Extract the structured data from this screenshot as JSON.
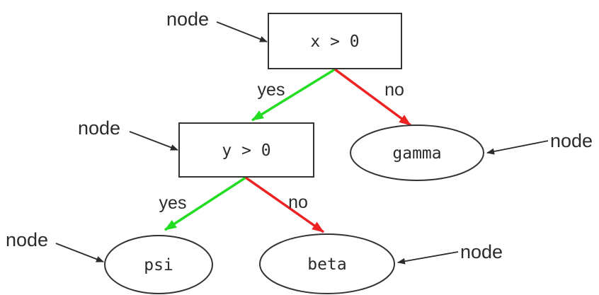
{
  "diagram": {
    "type": "decision-tree",
    "colors": {
      "yes_edge": "#22dd22",
      "no_edge": "#ee2222",
      "outline": "#333333",
      "text": "#2b2b2b"
    },
    "nodes": [
      {
        "id": "root",
        "label": "x > 0",
        "shape": "rect"
      },
      {
        "id": "y-branch",
        "label": "y > 0",
        "shape": "rect"
      },
      {
        "id": "gamma",
        "label": "gamma",
        "shape": "ellipse"
      },
      {
        "id": "psi",
        "label": "psi",
        "shape": "ellipse"
      },
      {
        "id": "beta",
        "label": "beta",
        "shape": "ellipse"
      }
    ],
    "edges": [
      {
        "from": "x > 0",
        "to": "y > 0",
        "label": "yes",
        "color_key": "yes_edge"
      },
      {
        "from": "x > 0",
        "to": "gamma",
        "label": "no",
        "color_key": "no_edge"
      },
      {
        "from": "y > 0",
        "to": "psi",
        "label": "yes",
        "color_key": "yes_edge"
      },
      {
        "from": "y > 0",
        "to": "beta",
        "label": "no",
        "color_key": "no_edge"
      }
    ],
    "annotations": [
      {
        "label": "node",
        "target": "x > 0"
      },
      {
        "label": "node",
        "target": "y > 0"
      },
      {
        "label": "node",
        "target": "gamma"
      },
      {
        "label": "node",
        "target": "psi"
      },
      {
        "label": "node",
        "target": "beta"
      }
    ]
  }
}
